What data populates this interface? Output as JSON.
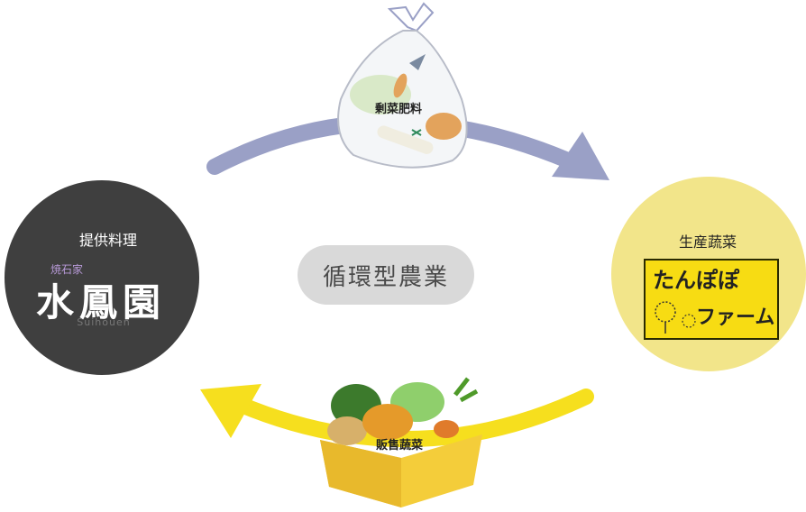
{
  "center_label": "循環型農業",
  "nodes": {
    "left": {
      "label": "提供料理",
      "logo_main": "水鳳園",
      "logo_small": "焼石家",
      "logo_sub": "Suihouen",
      "color": "#3f3f3f"
    },
    "right": {
      "label": "生産蔬菜",
      "logo_top": "たんぽぽ",
      "logo_bottom": "ファーム",
      "color": "#f2e58a",
      "logo_bg": "#f7dc13"
    }
  },
  "flows": {
    "top": {
      "label": "剰菜肥料",
      "color": "#9aa0c6"
    },
    "bottom": {
      "label": "販售蔬菜",
      "color": "#f6df1e"
    }
  }
}
